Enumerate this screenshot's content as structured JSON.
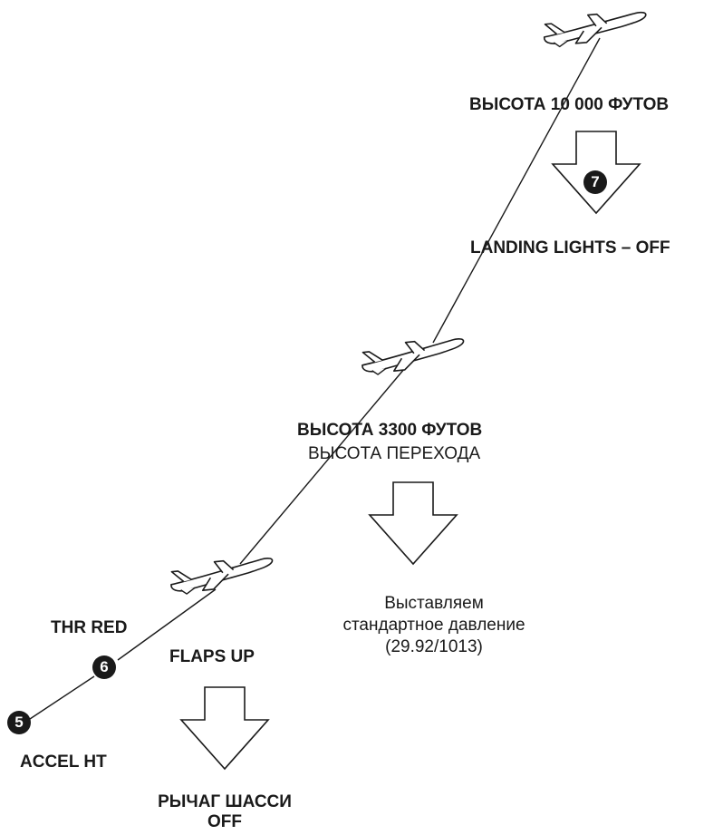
{
  "labels": {
    "alt_10000": "ВЫСОТА 10 000 ФУТОВ",
    "landing_lights_off": "LANDING LIGHTS – OFF",
    "alt_3300": "ВЫСОТА 3300 ФУТОВ",
    "transition_altitude": "ВЫСОТА ПЕРЕХОДА",
    "set_std_line1": "Выставляем",
    "set_std_line2": "стандартное давление",
    "set_std_line3": "(29.92/1013)",
    "thr_red": "THR RED",
    "flaps_up": "FLAPS UP",
    "accel_ht": "ACCEL HT",
    "gear_lever_line1": "РЫЧАГ ШАССИ",
    "gear_lever_line2": "OFF"
  },
  "steps": {
    "five": "5",
    "six": "6",
    "seven": "7"
  },
  "colors": {
    "ink": "#1a1a1a",
    "background": "#ffffff"
  },
  "icons": [
    "airplane-icon",
    "down-arrow-icon",
    "step-marker-icon"
  ]
}
